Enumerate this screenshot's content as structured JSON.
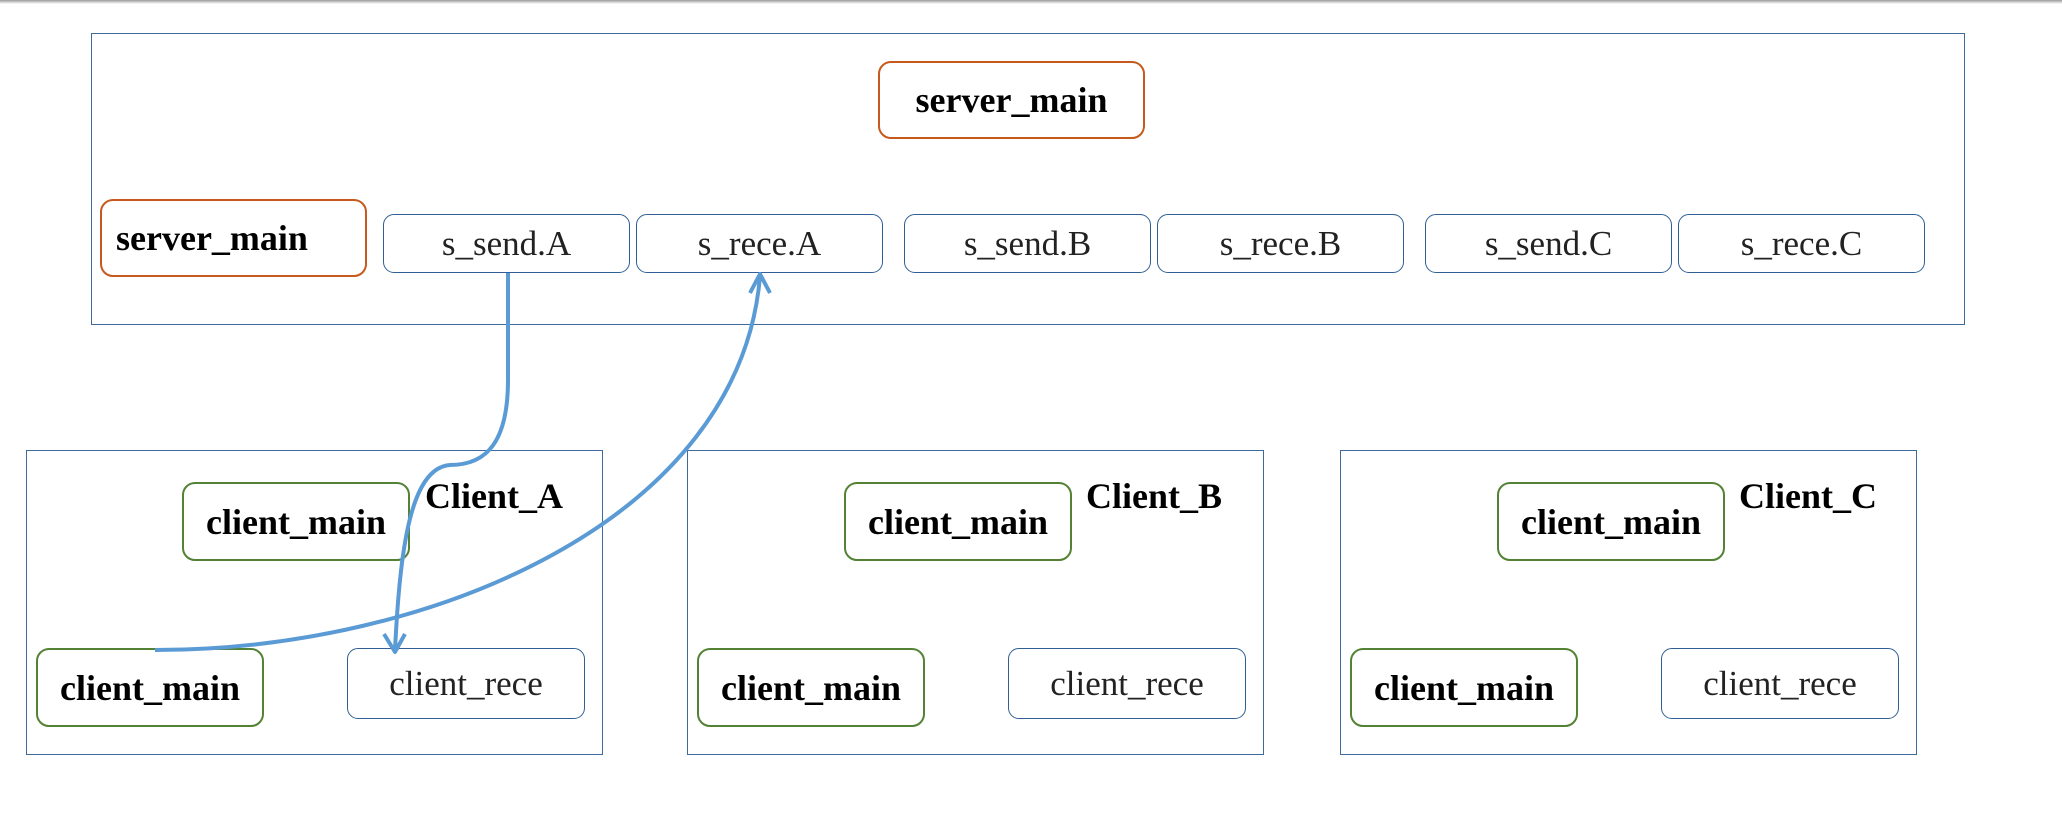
{
  "server": {
    "title": "server_main",
    "main_label": "server_main",
    "threads": [
      "s_send.A",
      "s_rece.A",
      "s_send.B",
      "s_rece.B",
      "s_send.C",
      "s_rece.C"
    ]
  },
  "clients": [
    {
      "name": "Client_A",
      "main_top": "client_main",
      "main_bottom": "client_main",
      "rece": "client_rece"
    },
    {
      "name": "Client_B",
      "main_top": "client_main",
      "main_bottom": "client_main",
      "rece": "client_rece"
    },
    {
      "name": "Client_C",
      "main_top": "client_main",
      "main_bottom": "client_main",
      "rece": "client_rece"
    }
  ],
  "colors": {
    "frame": "#3e6a9e",
    "server_node": "#c55a1c",
    "client_node": "#548235",
    "thread_node": "#2f5f94",
    "arrow": "#5b9bd5"
  }
}
